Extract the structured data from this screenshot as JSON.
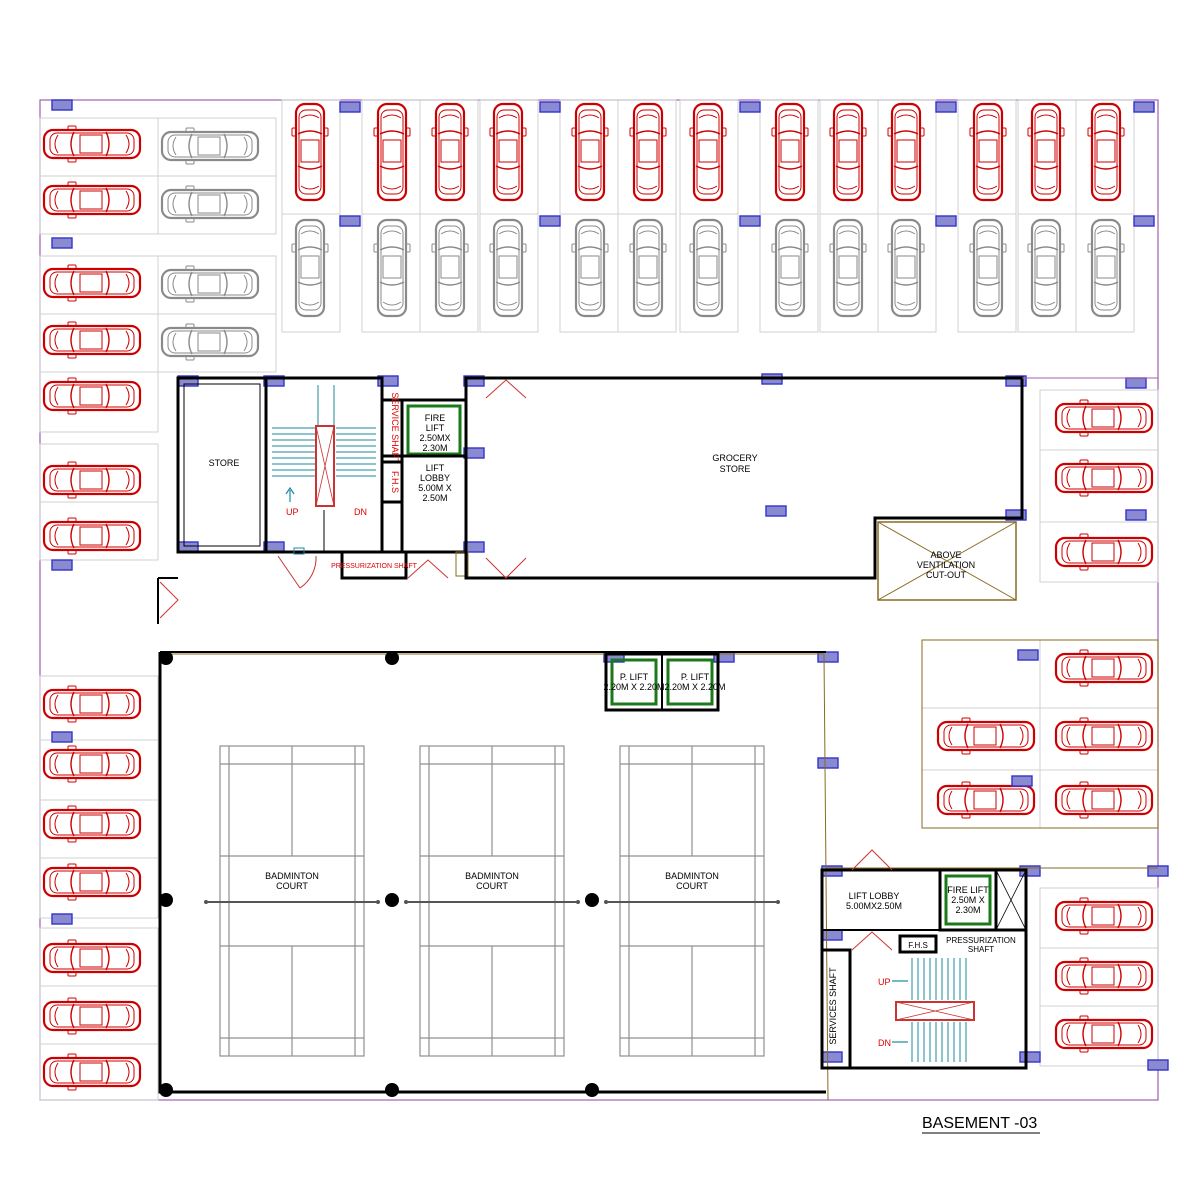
{
  "title": "BASEMENT -03",
  "rooms": {
    "store": "STORE",
    "grocery_l1": "GROCERY",
    "grocery_l2": "STORE",
    "fire_lift_1": [
      "FIRE",
      "LIFT",
      "2.50MX",
      "2.30M"
    ],
    "lift_lobby_1": [
      "LIFT",
      "LOBBY",
      "5.00M X",
      "2.50M"
    ],
    "service_shaft_1": "SERVICE SHAFT",
    "fhs": "F.H.S",
    "fhs2": "F.H.S",
    "pressurization_1": "PRESSURIZATION SHAFT",
    "ventilation": [
      "ABOVE",
      "VENTILATION",
      "CUT-OUT"
    ],
    "p_lift_a": [
      "P. LIFT",
      "2.20M X 2.20M"
    ],
    "p_lift_b": [
      "P. LIFT",
      "2.20M X 2.20M"
    ],
    "badminton_l1": "BADMINTON",
    "badminton_l2": "COURT",
    "lift_lobby_2": [
      "LIFT LOBBY",
      "5.00MX2.50M"
    ],
    "fire_lift_2": [
      "FIRE LIFT",
      "2.50M X",
      "2.30M"
    ],
    "pressurization_2": [
      "PRESSURIZATION",
      "SHAFT"
    ],
    "services_shaft_2": "SERVICES SHAFT",
    "up": "UP",
    "dn": "DN",
    "up2": "UP",
    "dn2": "DN"
  },
  "colors": {
    "car_red": "#cc0000",
    "car_gray": "#8a8a8a",
    "lift_green": "#1a7a1a",
    "column_blue": "#3333cc",
    "boundary_purple": "#a060b0",
    "stair_teal": "#1a8aa0",
    "cutout_brown": "#8a6a20"
  }
}
